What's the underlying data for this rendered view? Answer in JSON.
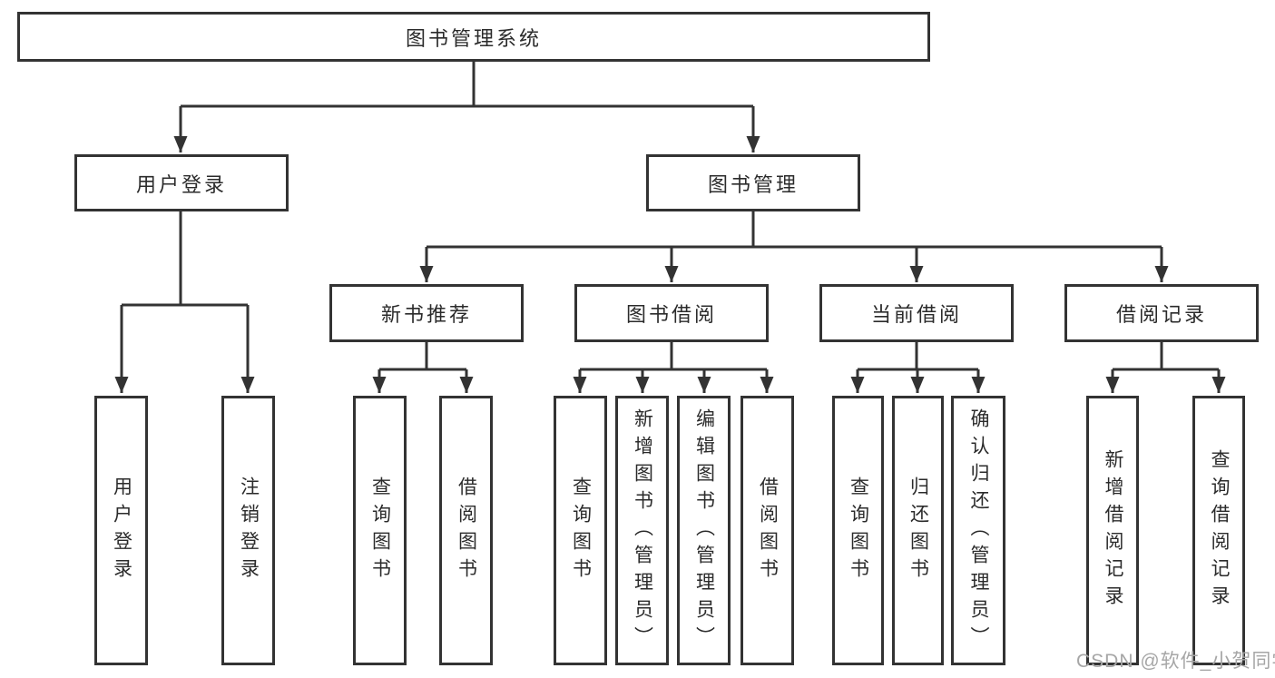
{
  "diagram": {
    "root": {
      "label": "图书管理系统"
    },
    "branches": [
      {
        "label": "用户登录",
        "children": [
          {
            "label": "用户登录"
          },
          {
            "label": "注销登录"
          }
        ]
      },
      {
        "label": "图书管理",
        "children": [
          {
            "label": "新书推荐",
            "children": [
              {
                "label": "查询图书"
              },
              {
                "label": "借阅图书"
              }
            ]
          },
          {
            "label": "图书借阅",
            "children": [
              {
                "label": "查询图书"
              },
              {
                "label": "新增图书（管理员）"
              },
              {
                "label": "编辑图书（管理员）"
              },
              {
                "label": "借阅图书"
              }
            ]
          },
          {
            "label": "当前借阅",
            "children": [
              {
                "label": "查询图书"
              },
              {
                "label": "归还图书"
              },
              {
                "label": "确认归还（管理员）"
              }
            ]
          },
          {
            "label": "借阅记录",
            "children": [
              {
                "label": "新增借阅记录"
              },
              {
                "label": "查询借阅记录"
              }
            ]
          }
        ]
      }
    ]
  },
  "watermark": {
    "text": "CSDN @软件_小贺同学"
  },
  "colors": {
    "line": "#333333",
    "box_border": "#333333",
    "box_fill": "#ffffff",
    "text": "#2b2b2b",
    "watermark": "#a6a6a6",
    "background": "#ffffff"
  }
}
